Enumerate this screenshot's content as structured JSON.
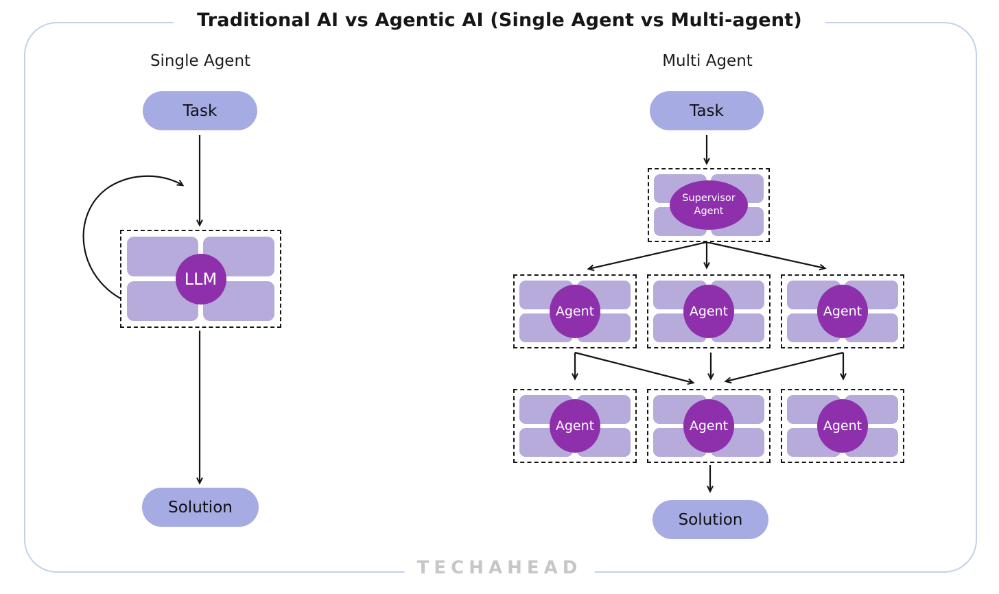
{
  "title": "Traditional AI vs Agentic AI (Single Agent vs Multi-agent)",
  "footer": {
    "brand": "TECHAHEAD"
  },
  "colors": {
    "frame_border": "#c3d0e8",
    "pill_fill": "#a6abe4",
    "quadrant_fill": "#b6abdb",
    "node_fill": "#8e2fac",
    "node_text": "#ffffff",
    "arrow": "#141414",
    "brand_text": "#c7c7c7"
  },
  "single_agent": {
    "heading": "Single Agent",
    "task": "Task",
    "llm": "LLM",
    "solution": "Solution"
  },
  "multi_agent": {
    "heading": "Multi Agent",
    "task": "Task",
    "supervisor": "Supervisor Agent",
    "agent": "Agent",
    "solution": "Solution"
  }
}
